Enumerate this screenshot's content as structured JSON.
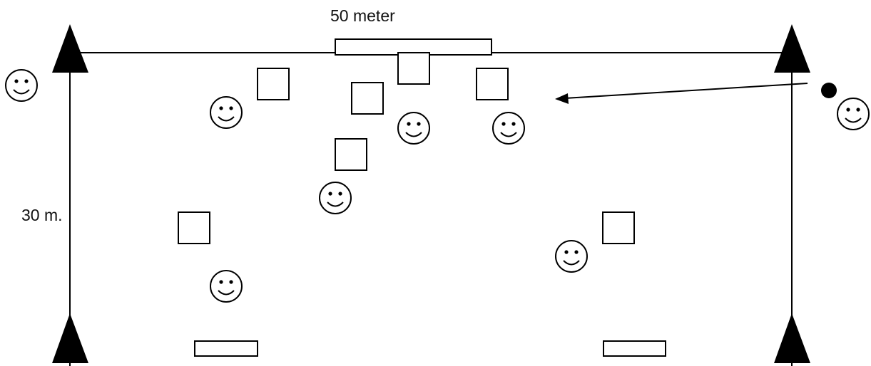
{
  "field": {
    "width_label": "50 meter",
    "height_label": "30 m."
  },
  "icons": {
    "player": "smiley-face",
    "cone": "triangle-cone",
    "mini_goal": "square-box",
    "goal": "rectangle-goal",
    "ball": "black-dot",
    "pass": "arrow"
  },
  "colors": {
    "stroke": "#000000",
    "background": "#ffffff"
  }
}
